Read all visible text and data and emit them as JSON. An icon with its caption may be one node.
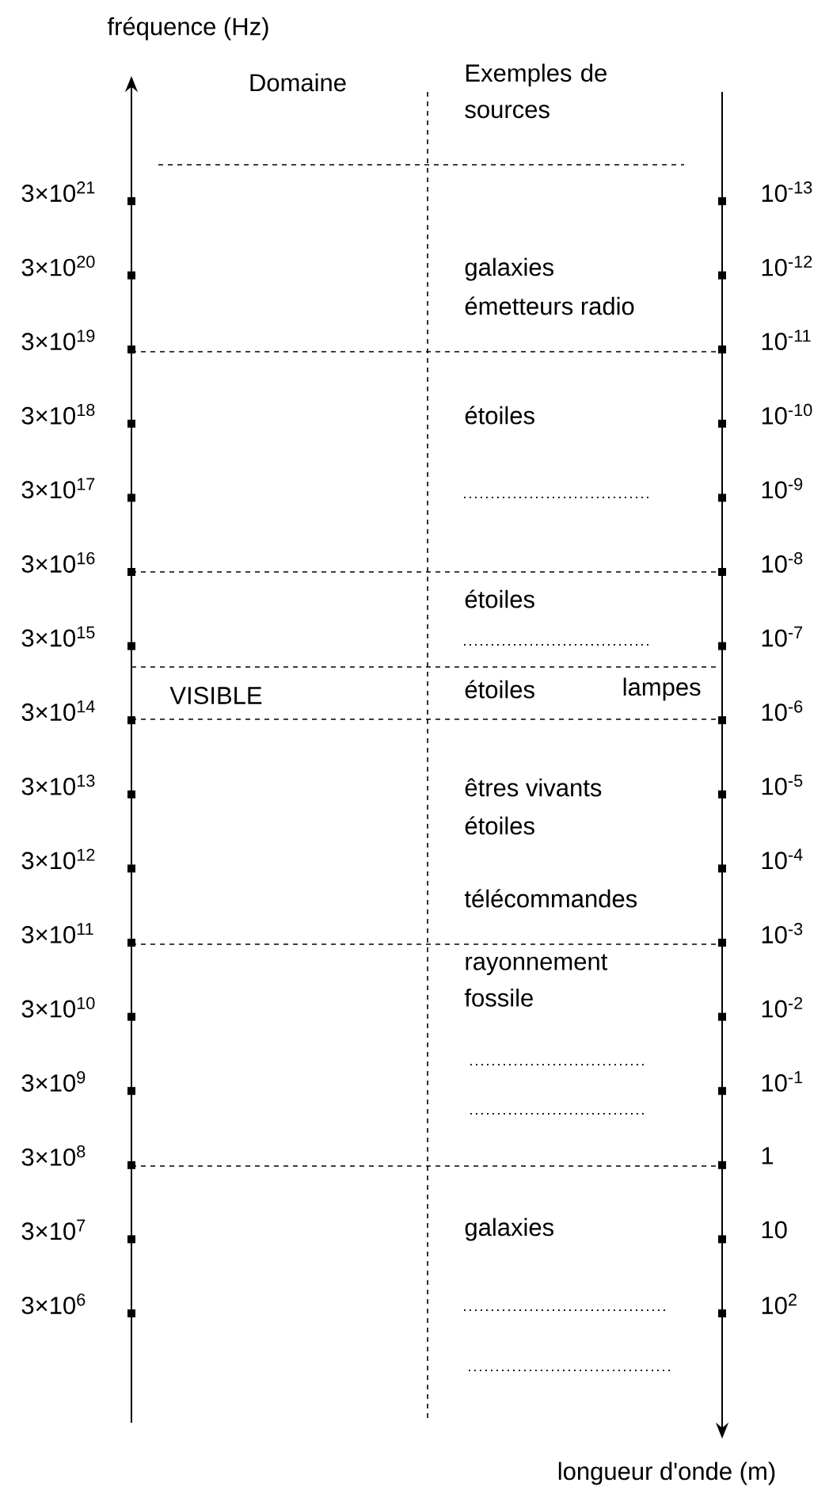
{
  "diagram": {
    "labels": [
      "fréquence (Hz)",
      "Domaine",
      "Exemples de sources",
      "3×10$^{21}$",
      "10$^{-13}$",
      "3×10$^{20}$",
      "galaxies",
      "10$^{-12}$",
      "émetteurs radio",
      "3×10$^{19}$",
      "10$^{-11}$",
      "3×10$^{18}$",
      "étoiles",
      "10$^{-10}$",
      "3×10$^{17}$",
      "10$^{-9}$",
      "3×10$^{16}$",
      "10$^{-8}$",
      "étoiles",
      "3×10$^{15}$",
      "10$^{-7}$",
      "VISIBLE",
      "étoiles",
      "lampes",
      "3×10$^{14}$",
      "10$^{-6}$",
      "3×10$^{13}$",
      "êtres vivants",
      "10$^{-5}$",
      "étoiles",
      "3×10$^{12}$",
      "10$^{-4}$",
      "télécommandes",
      "3×10$^{11}$",
      "10$^{-3}$",
      "rayonnement fossile",
      "3×10$^{10}$",
      "10$^{-2}$",
      "3×10$^{9}$",
      "10$^{-1}$",
      "3×10$^{8}$",
      "1",
      "3×10$^{7}$",
      "galaxies",
      "10",
      "3×10$^{6}$",
      "10$^{2}$",
      "longueur d'onde (m)"
    ]
  }
}
